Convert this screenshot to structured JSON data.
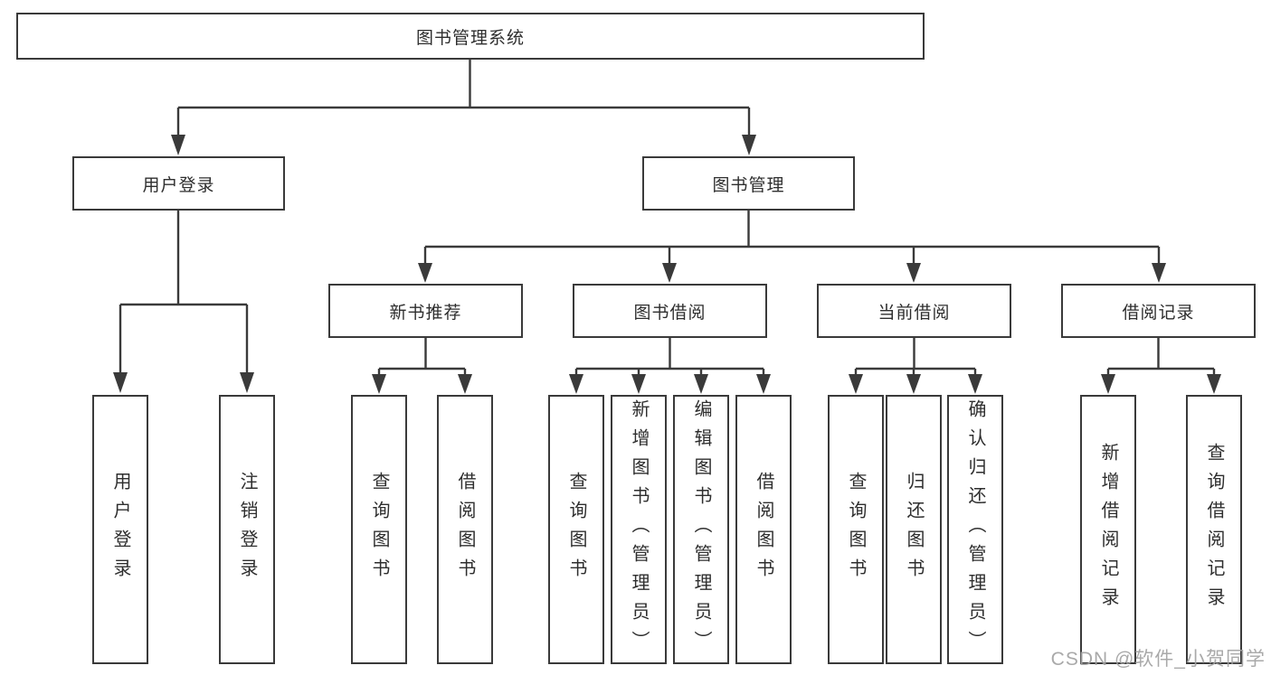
{
  "diagram": {
    "root_label": "图书管理系统",
    "level2": {
      "login": "用户登录",
      "mgmt": "图书管理"
    },
    "level3": {
      "rec": "新书推荐",
      "borrow": "图书借阅",
      "current": "当前借阅",
      "records": "借阅记录"
    },
    "leaves": {
      "login": [
        "用户登录",
        "注销登录"
      ],
      "rec": [
        "查询图书",
        "借阅图书"
      ],
      "borrow": [
        "查询图书",
        "新增图书（管理员）",
        "编辑图书（管理员）",
        "借阅图书"
      ],
      "current": [
        "查询图书",
        "归还图书",
        "确认归还（管理员）"
      ],
      "records": [
        "新增借阅记录",
        "查询借阅记录"
      ]
    }
  },
  "watermark": "CSDN @软件_小贺同学",
  "colors": {
    "line": "#3a3a3a",
    "text": "#2e2e2e",
    "watermark": "#a2a2a2",
    "background": "#ffffff"
  }
}
